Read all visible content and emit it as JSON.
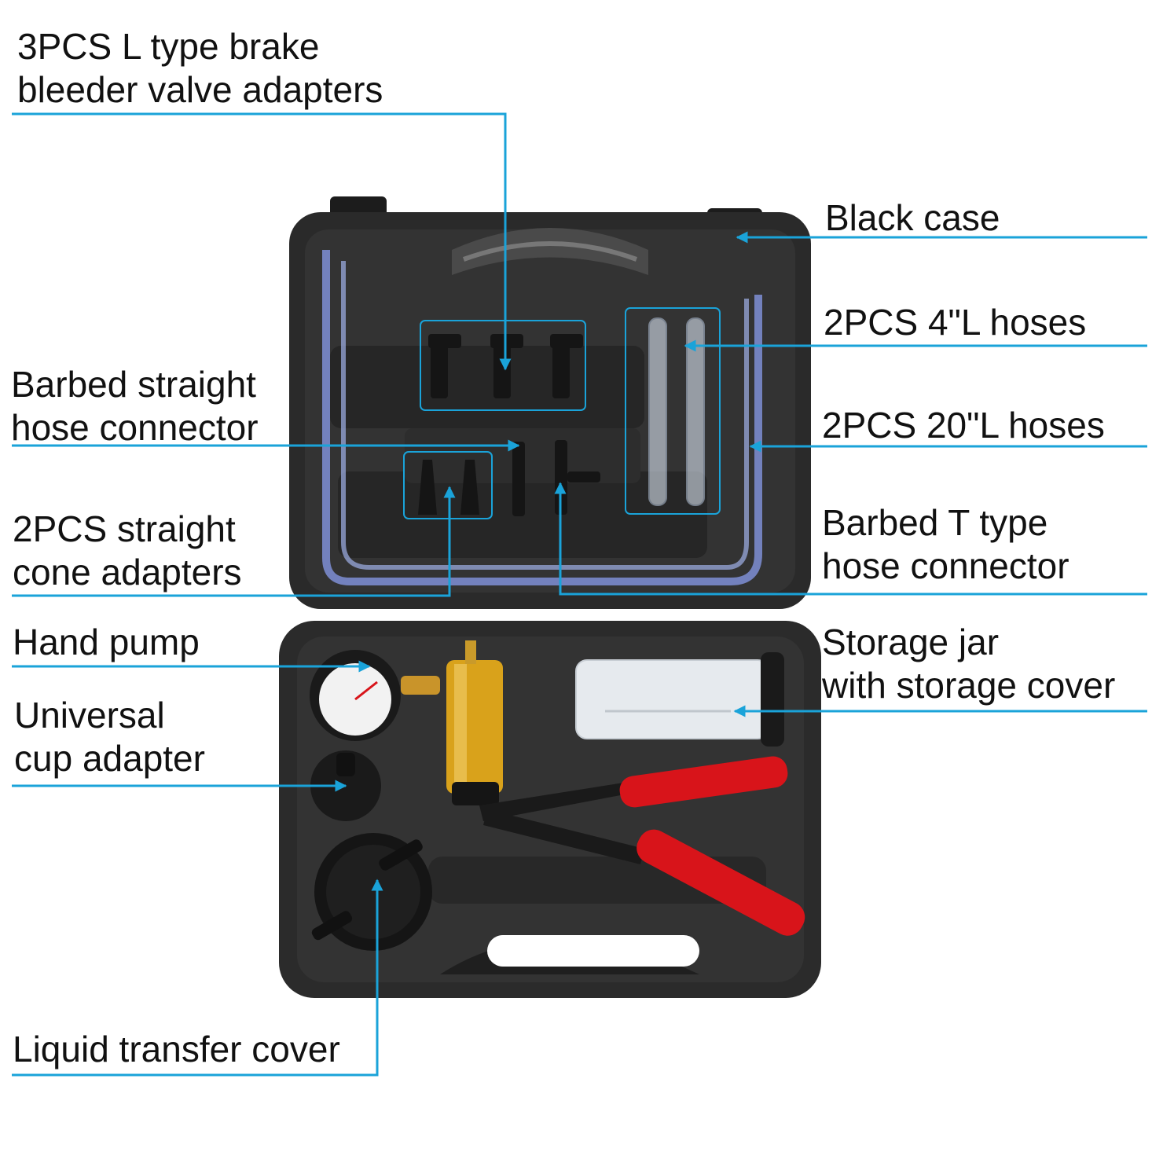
{
  "palette": {
    "accent": "#1aa3d9",
    "case_dark": "#2b2b2b",
    "handle_red": "#d8141a",
    "pump_gold": "#d9a21b",
    "hose_blue": "#7f8fd6",
    "text": "#111111"
  },
  "labels": {
    "l_adapters": {
      "line1": "3PCS L type brake",
      "line2": "bleeder valve adapters"
    },
    "black_case": {
      "line1": "Black case"
    },
    "hoses_4": {
      "line1": "2PCS 4\"L hoses"
    },
    "barbed_straight": {
      "line1": "Barbed straight",
      "line2": "hose connector"
    },
    "hoses_20": {
      "line1": "2PCS 20\"L hoses"
    },
    "cone_adapters": {
      "line1": "2PCS straight",
      "line2": "cone adapters"
    },
    "barbed_t": {
      "line1": "Barbed T type",
      "line2": "hose connector"
    },
    "hand_pump": {
      "line1": "Hand pump"
    },
    "storage_jar": {
      "line1": "Storage jar",
      "line2": "with storage cover"
    },
    "cup_adapter": {
      "line1": "Universal",
      "line2": "cup adapter"
    },
    "transfer_cover": {
      "line1": "Liquid transfer cover"
    }
  }
}
